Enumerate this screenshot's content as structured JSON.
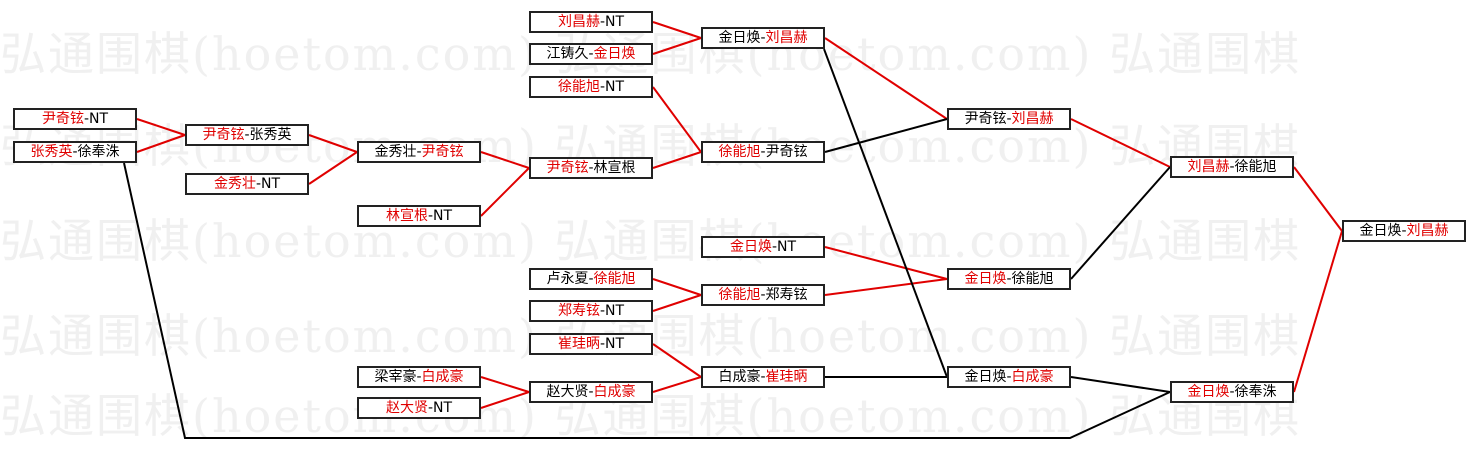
{
  "watermark": {
    "rows": [
      "弘通围棋(hoetom.com) 弘通围棋(hoetom.com) 弘通围棋",
      "弘通围棋(hoetom.com) 弘通围棋(hoetom.com) 弘通围棋",
      "弘通围棋(hoetom.com) 弘通围棋(hoetom.com) 弘通围棋",
      "弘通围棋(hoetom.com) 弘通围棋(hoetom.com) 弘通围棋",
      "弘通围棋(hoetom.com) 弘通围棋(hoetom.com) 弘通围棋"
    ]
  },
  "colors": {
    "winner": "#e00000",
    "loser": "#000000",
    "win_line": "#e00000",
    "other_line": "#000000"
  },
  "matches": [
    {
      "id": "m1",
      "a": "尹奇铉",
      "b": "NT",
      "win": "a"
    },
    {
      "id": "m2",
      "a": "张秀英",
      "b": "徐奉洙",
      "win": "a"
    },
    {
      "id": "m3",
      "a": "尹奇铉",
      "b": "张秀英",
      "win": "a"
    },
    {
      "id": "m4",
      "a": "金秀壮",
      "b": "NT",
      "win": "a"
    },
    {
      "id": "m5",
      "a": "金秀壮",
      "b": "尹奇铉",
      "win": "b"
    },
    {
      "id": "m6",
      "a": "林宣根",
      "b": "NT",
      "win": "a"
    },
    {
      "id": "m7",
      "a": "尹奇铉",
      "b": "林宣根",
      "win": "a"
    },
    {
      "id": "m8",
      "a": "刘昌赫",
      "b": "NT",
      "win": "a"
    },
    {
      "id": "m9",
      "a": "江铸久",
      "b": "金日焕",
      "win": "b"
    },
    {
      "id": "m10",
      "a": "金日焕",
      "b": "刘昌赫",
      "win": "b"
    },
    {
      "id": "m11",
      "a": "徐能旭",
      "b": "NT",
      "win": "a"
    },
    {
      "id": "m12",
      "a": "徐能旭",
      "b": "尹奇铉",
      "win": "a"
    },
    {
      "id": "m13",
      "a": "尹奇铉",
      "b": "刘昌赫",
      "win": "b"
    },
    {
      "id": "m14",
      "a": "金日焕",
      "b": "NT",
      "win": "a"
    },
    {
      "id": "m15",
      "a": "卢永夏",
      "b": "徐能旭",
      "win": "b"
    },
    {
      "id": "m16",
      "a": "郑寿铉",
      "b": "NT",
      "win": "a"
    },
    {
      "id": "m17",
      "a": "徐能旭",
      "b": "郑寿铉",
      "win": "a"
    },
    {
      "id": "m18",
      "a": "金日焕",
      "b": "徐能旭",
      "win": "a"
    },
    {
      "id": "m19",
      "a": "刘昌赫",
      "b": "徐能旭",
      "win": "a"
    },
    {
      "id": "m20",
      "a": "金日焕",
      "b": "刘昌赫",
      "win": "b"
    },
    {
      "id": "m21",
      "a": "崔珪昞",
      "b": "NT",
      "win": "a"
    },
    {
      "id": "m22",
      "a": "梁宰豪",
      "b": "白成豪",
      "win": "b"
    },
    {
      "id": "m23",
      "a": "赵大贤",
      "b": "NT",
      "win": "a"
    },
    {
      "id": "m24",
      "a": "赵大贤",
      "b": "白成豪",
      "win": "b"
    },
    {
      "id": "m25",
      "a": "白成豪",
      "b": "崔珪昞",
      "win": "b"
    },
    {
      "id": "m26",
      "a": "金日焕",
      "b": "白成豪",
      "win": "b"
    },
    {
      "id": "m27",
      "a": "金日焕",
      "b": "徐奉洙",
      "win": "a"
    }
  ],
  "links": [
    {
      "from": "m1",
      "to": "m3",
      "win": true
    },
    {
      "from": "m2",
      "to": "m3",
      "win": true
    },
    {
      "from": "m3",
      "to": "m5",
      "win": true
    },
    {
      "from": "m4",
      "to": "m5",
      "win": true
    },
    {
      "from": "m5",
      "to": "m7",
      "win": true
    },
    {
      "from": "m6",
      "to": "m7",
      "win": true
    },
    {
      "from": "m7",
      "to": "m12",
      "win": true
    },
    {
      "from": "m11",
      "to": "m12",
      "win": true
    },
    {
      "from": "m8",
      "to": "m10",
      "win": true
    },
    {
      "from": "m9",
      "to": "m10",
      "win": true
    },
    {
      "from": "m10",
      "to": "m13",
      "win": true
    },
    {
      "from": "m12",
      "to": "m13",
      "win": false
    },
    {
      "from": "m15",
      "to": "m17",
      "win": true
    },
    {
      "from": "m16",
      "to": "m17",
      "win": true
    },
    {
      "from": "m14",
      "to": "m18",
      "win": true
    },
    {
      "from": "m17",
      "to": "m18",
      "win": true
    },
    {
      "from": "m13",
      "to": "m19",
      "win": true
    },
    {
      "from": "m18",
      "to": "m19",
      "win": false
    },
    {
      "from": "m19",
      "to": "m20",
      "win": true
    },
    {
      "from": "m22",
      "to": "m24",
      "win": true
    },
    {
      "from": "m23",
      "to": "m24",
      "win": true
    },
    {
      "from": "m24",
      "to": "m25",
      "win": true
    },
    {
      "from": "m21",
      "to": "m25",
      "win": true
    },
    {
      "from": "m25",
      "to": "m26",
      "win": false
    },
    {
      "from": "m10",
      "to": "m26",
      "win": false
    },
    {
      "from": "m26",
      "to": "m27",
      "win": false
    },
    {
      "from": "m2",
      "to": "m27",
      "win": false
    },
    {
      "from": "m27",
      "to": "m20",
      "win": true
    }
  ]
}
